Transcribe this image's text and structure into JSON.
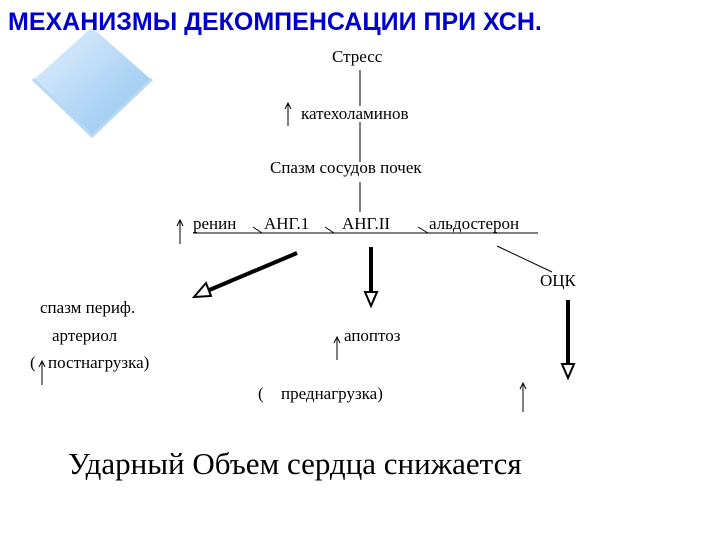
{
  "slide": {
    "title": "МЕХАНИЗМЫ ДЕКОМПЕНСАЦИИ ПРИ ХСН.",
    "colors": {
      "title": "#0000cc",
      "diamond_light": "#c7e2fb",
      "diamond_dark": "#6aa9e6"
    }
  },
  "diagram": {
    "stress": "Стресс",
    "catecholamines": "катехоламинов",
    "renal_spasm": "Спазм сосудов почек",
    "renin": "ренин",
    "ang1": "АНГ.1",
    "ang2": "АНГ.II",
    "aldosterone": "альдостерон",
    "ock": "ОЦК",
    "peripheral_spasm_line1": "спазм периф.",
    "peripheral_spasm_line2": "артериол",
    "afterload_open": "(",
    "afterload": "постнагрузка)",
    "apoptosis": "апоптоз",
    "preload_open": "(",
    "preload": "преднагрузка)",
    "conclusion": "Ударный Объем сердца снижается",
    "icons": [
      "diamond-logo-icon",
      "up-arrow-icon",
      "down-arrow-icon"
    ]
  }
}
